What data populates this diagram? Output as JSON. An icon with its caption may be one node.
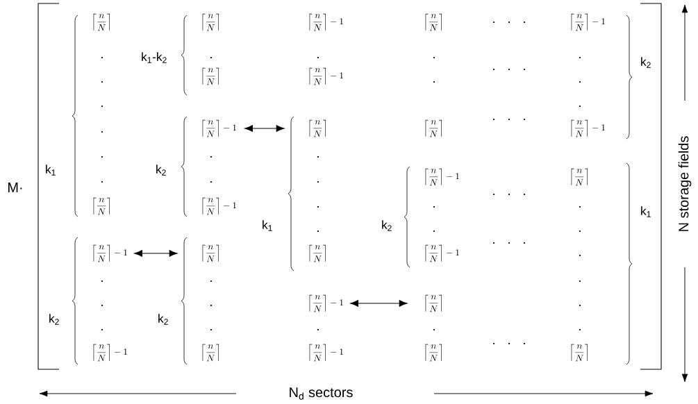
{
  "diagram": {
    "nodes": [
      {
        "text": [
          "\\left\\lceil\\frac{n}{N}\\right\\rceil - 1"
        ]
      },
      {
        "text": [
          "\\left\\lceil\\frac{n}{N}\\right\\rceil"
        ]
      },
      {
        "text": [
          "\\left\\lceil\\frac{n}{N}\\right\\rceil - 1"
        ]
      },
      {
        "text": [
          "\\left\\lceil\\frac{n}{N}\\right\\rceil"
        ]
      },
      {
        "text": [
          "\\left\\lceil\\frac{n}{N}\\right\\rceil - 1"
        ]
      },
      {
        "text": [
          "\\left\\lceil\\frac{n}{N}\\right\\rceil"
        ]
      }
    ],
    "edges": [
      {
        "from": 0,
        "to": 1,
        "arrow": "both"
      },
      {
        "from": 2,
        "to": 3,
        "arrow": "both"
      },
      {
        "from": 4,
        "to": 5,
        "arrow": "both"
      }
    ],
    "labels": [
      "M·",
      "\\left\\lceil\\frac{n}{N}\\right\\rceil",
      "\\left\\lceil\\frac{n}{N}\\right\\rceil",
      "\\left\\lceil\\frac{n}{N}\\right\\rceil - 1",
      "\\left\\lceil\\frac{n}{N}\\right\\rceil",
      "\\left\\lceil\\frac{n}{N}\\right\\rceil - 1",
      "k$_{1}$-k$_{2}$",
      "k$_{2}$",
      "\\left\\lceil\\frac{n}{N}\\right\\rceil",
      "\\left\\lceil\\frac{n}{N}\\right\\rceil - 1",
      "\\left\\lceil\\frac{n}{N}\\right\\rceil",
      "\\left\\lceil\\frac{n}{N}\\right\\rceil - 1",
      "k$_{1}$",
      "k$_{2}$",
      "\\left\\lceil\\frac{n}{N}\\right\\rceil - 1",
      "\\left\\lceil\\frac{n}{N}\\right\\rceil",
      "N storage fields",
      "\\left\\lceil\\frac{n}{N}\\right\\rceil",
      "\\left\\lceil\\frac{n}{N}\\right\\rceil - 1",
      "k$_{1}$",
      "k$_{1}$",
      "k$_{2}$",
      "\\left\\lceil\\frac{n}{N}\\right\\rceil",
      "\\left\\lceil\\frac{n}{N}\\right\\rceil - 1",
      "k$_{2}$",
      "k$_{2}$",
      "\\left\\lceil\\frac{n}{N}\\right\\rceil - 1",
      "\\left\\lceil\\frac{n}{N}\\right\\rceil",
      "\\left\\lceil\\frac{n}{N}\\right\\rceil - 1",
      "\\left\\lceil\\frac{n}{N}\\right\\rceil",
      "\\left\\lceil\\frac{n}{N}\\right\\rceil",
      "N$_{d}$ sectors"
    ]
  }
}
